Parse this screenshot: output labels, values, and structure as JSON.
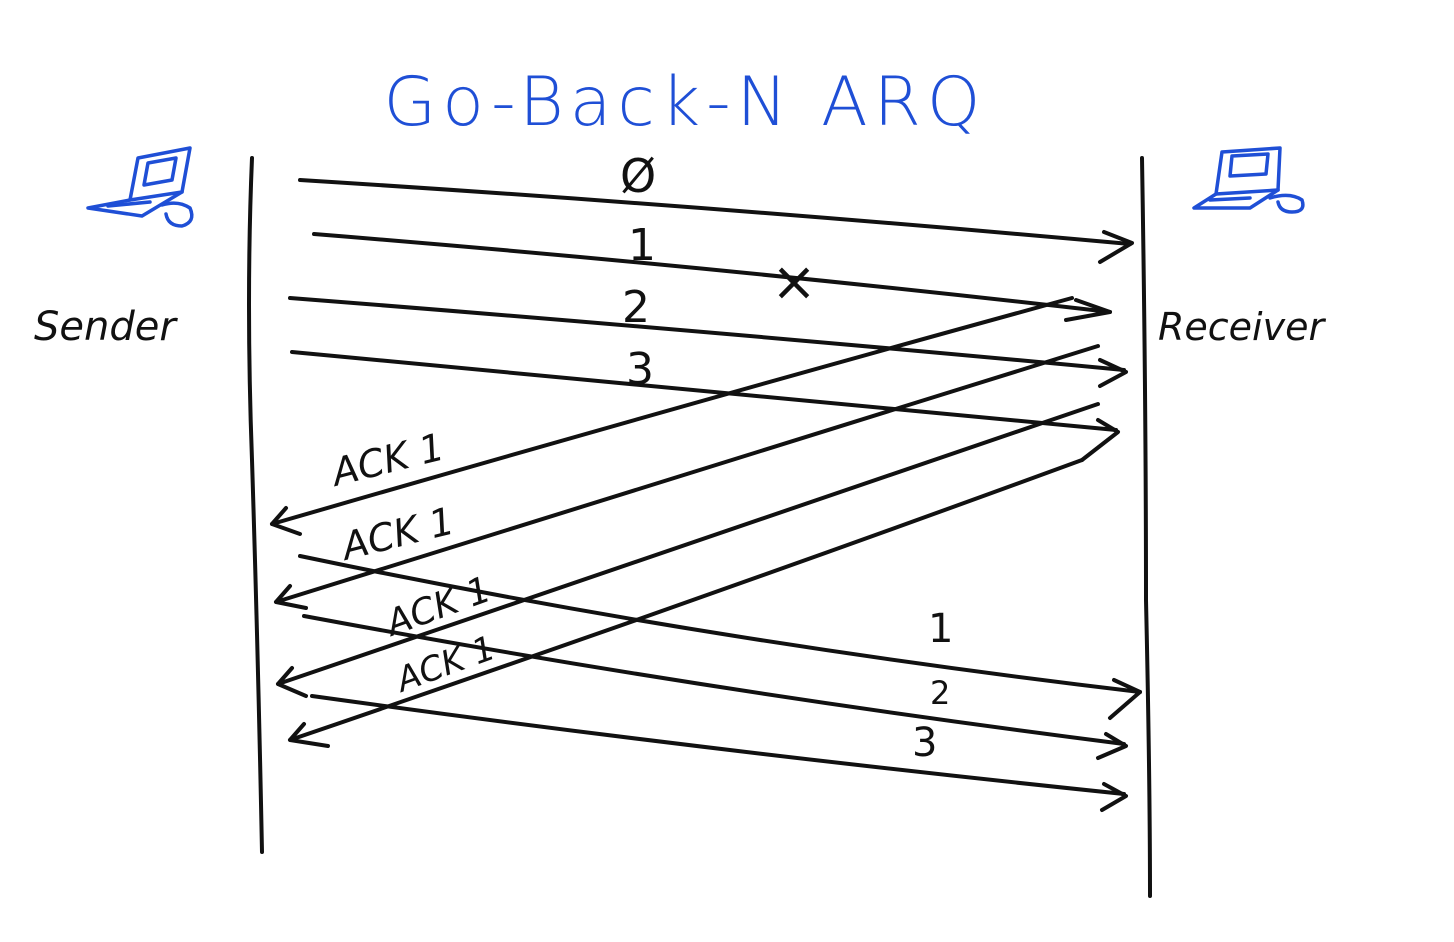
{
  "title": "Go-Back-N ARQ",
  "sender_label": "Sender",
  "receiver_label": "Receiver",
  "lost_marker": "×",
  "colors": {
    "ink": "#111111",
    "accent": "#1f4fd6",
    "background": "#ffffff"
  },
  "icons": [
    "laptop-icon-sender",
    "laptop-icon-receiver"
  ],
  "frames": [
    {
      "label": "Ø",
      "status": "delivered"
    },
    {
      "label": "1",
      "status": "lost"
    },
    {
      "label": "2",
      "status": "delivered"
    },
    {
      "label": "3",
      "status": "delivered"
    }
  ],
  "acks": [
    "ACK 1",
    "ACK 1",
    "ACK 1",
    "ACK 1"
  ],
  "retransmissions": [
    {
      "label": "1"
    },
    {
      "label": "2"
    },
    {
      "label": "3"
    }
  ]
}
